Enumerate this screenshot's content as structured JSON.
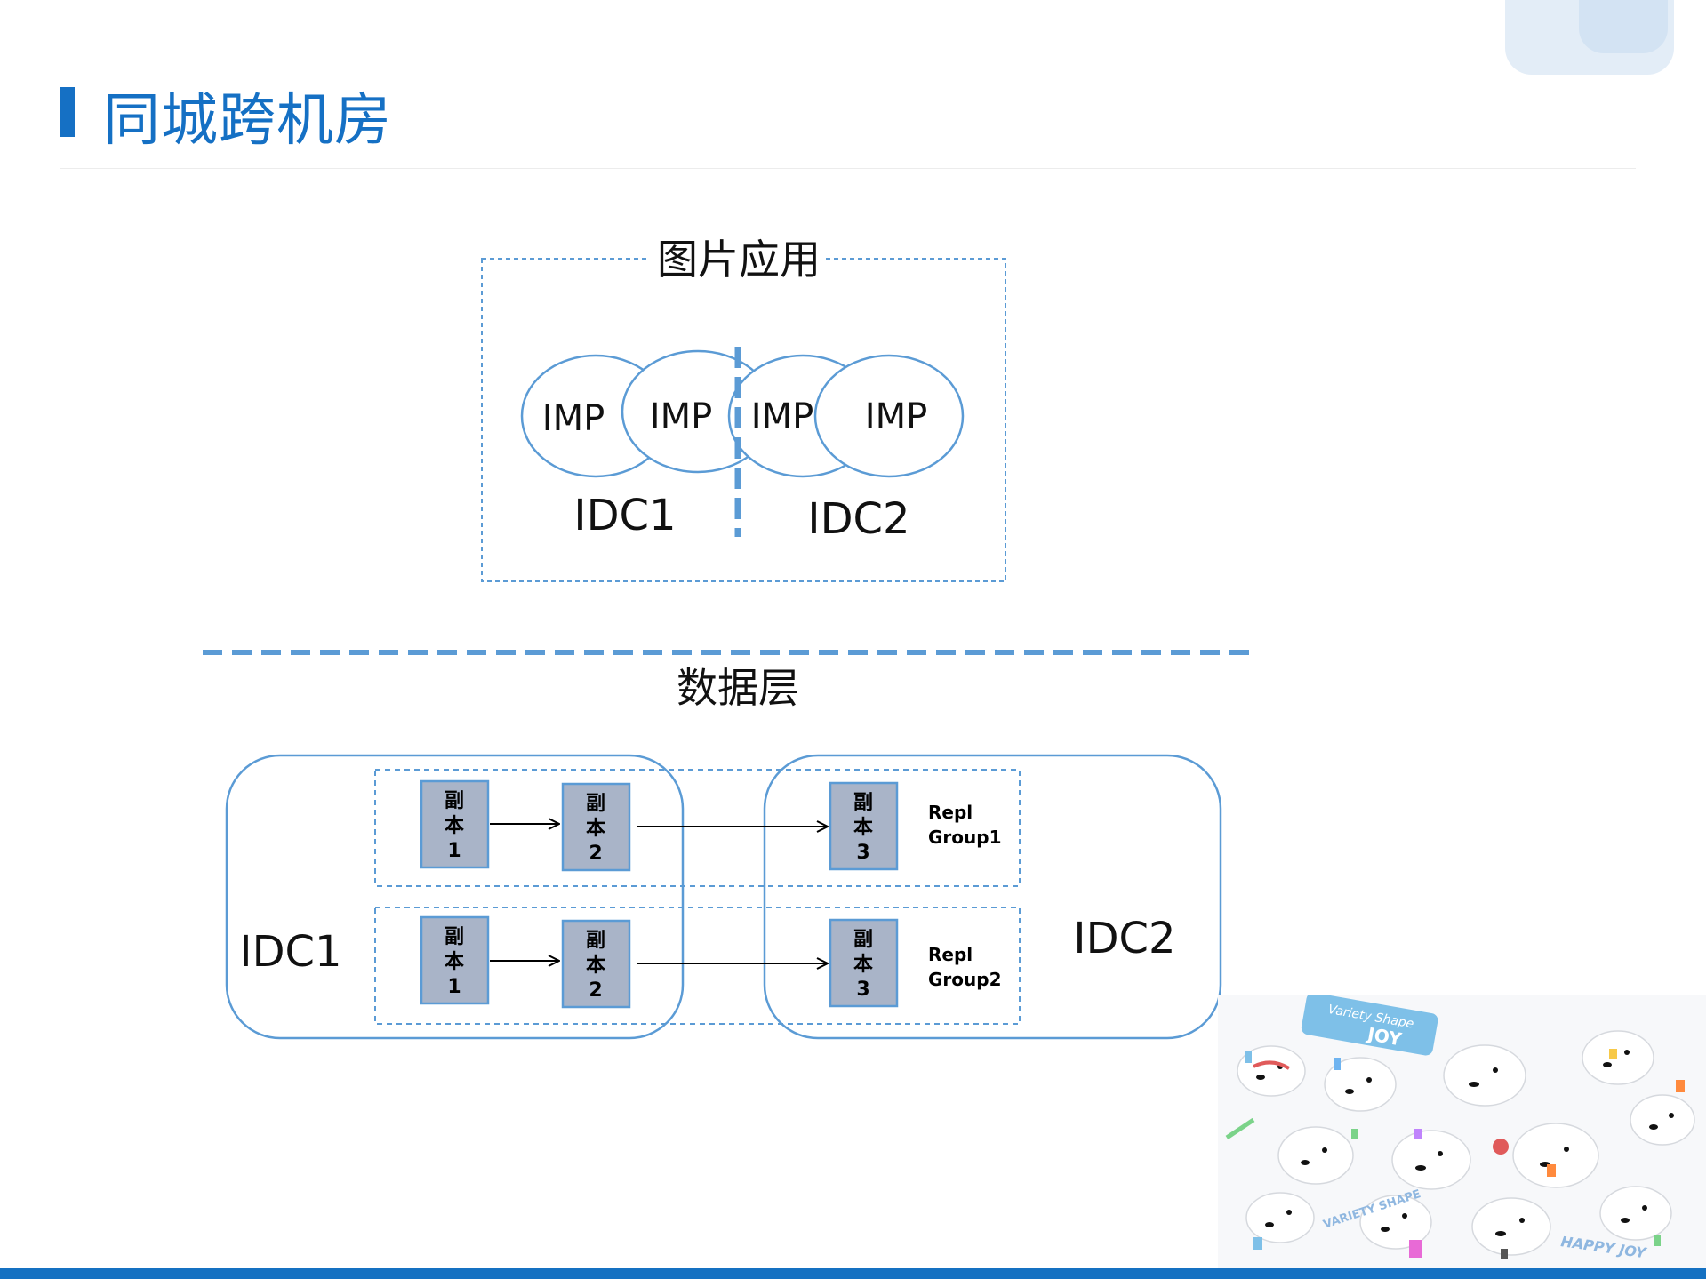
{
  "slide": {
    "title": "同城跨机房"
  },
  "app_layer": {
    "label": "图片应用",
    "nodes": [
      "IMP",
      "IMP",
      "IMP",
      "IMP"
    ],
    "idc_left": "IDC1",
    "idc_right": "IDC2"
  },
  "data_layer": {
    "label": "数据层",
    "idc_left": "IDC1",
    "idc_right": "IDC2",
    "groups": [
      {
        "name_line1": "Repl",
        "name_line2": "Group1",
        "replicas": [
          {
            "lines": [
              "副",
              "本",
              "1"
            ]
          },
          {
            "lines": [
              "副",
              "本",
              "2"
            ]
          },
          {
            "lines": [
              "副",
              "本",
              "3"
            ]
          }
        ]
      },
      {
        "name_line1": "Repl",
        "name_line2": "Group2",
        "replicas": [
          {
            "lines": [
              "副",
              "本",
              "1"
            ]
          },
          {
            "lines": [
              "副",
              "本",
              "2"
            ]
          },
          {
            "lines": [
              "副",
              "本",
              "3"
            ]
          }
        ]
      }
    ]
  },
  "decor": {
    "mascot_text_1": "Variety Shape",
    "mascot_text_2": "JOY",
    "mascot_text_3": "VARIETY SHAPE",
    "mascot_text_4": "HAPPY JOY"
  },
  "colors": {
    "accent": "#1570c4",
    "diagram_line": "#5b9bd5",
    "replica_fill": "#a9b4c8",
    "bottom_bar": "#1571c2"
  }
}
